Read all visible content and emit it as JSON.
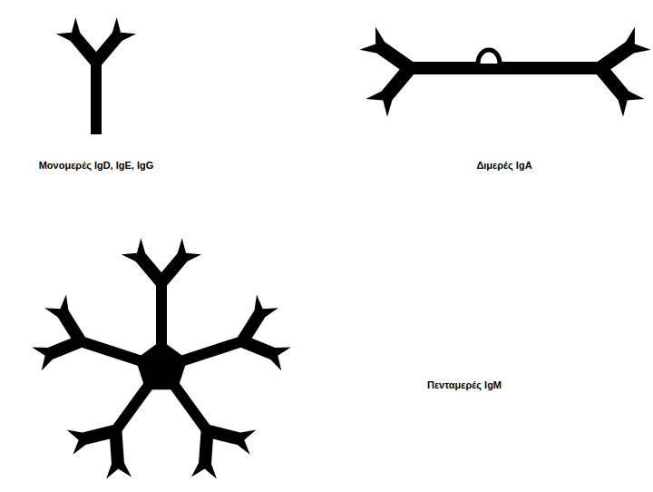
{
  "diagram": {
    "labels": [
      "Μονομερές IgD, IgE, IgG",
      "Διμερές IgA",
      "Πενταμερές IgM"
    ]
  }
}
